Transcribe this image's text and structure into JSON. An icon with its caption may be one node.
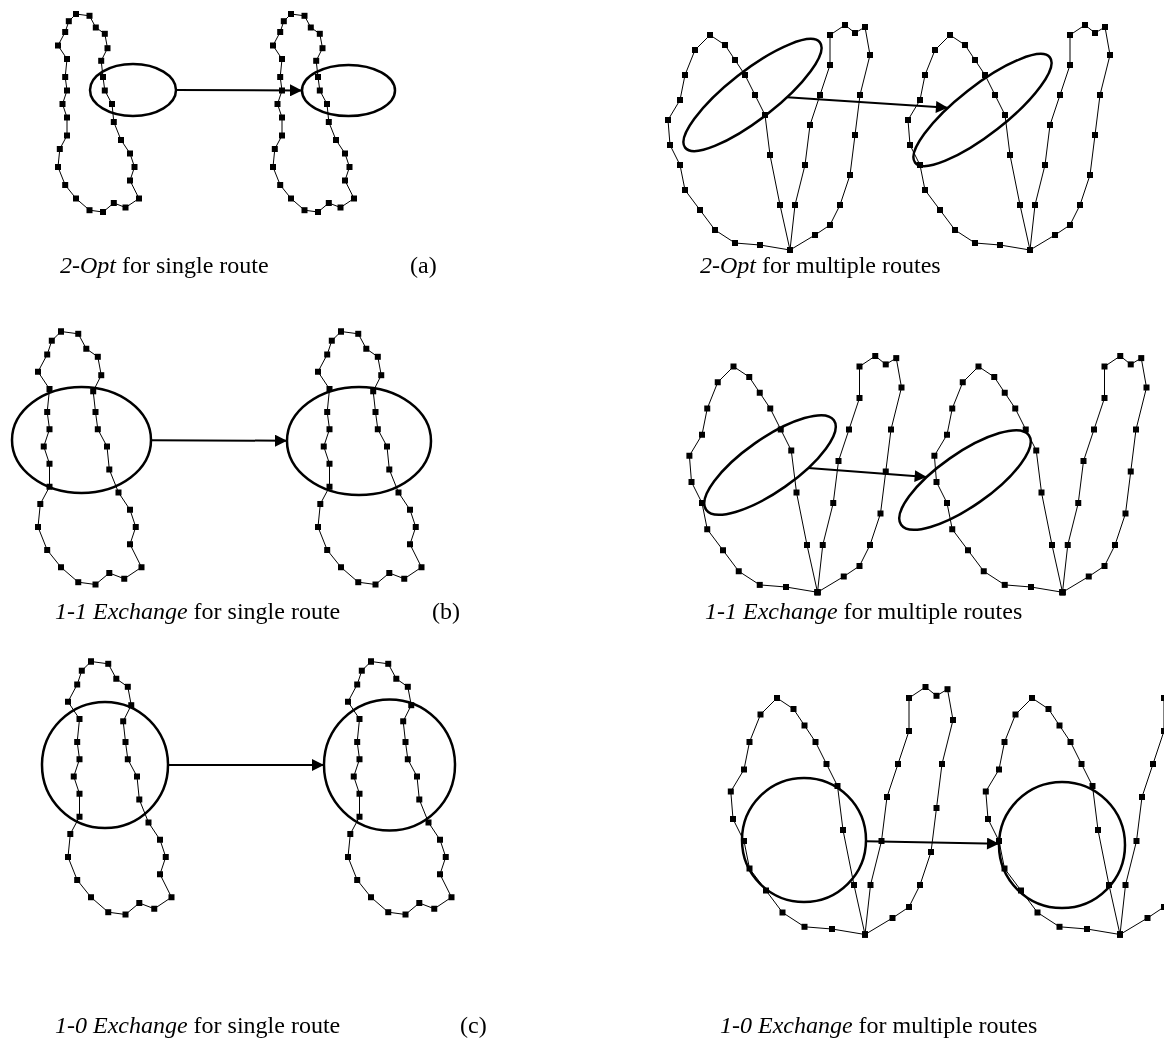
{
  "diagram": {
    "nodes": [
      {
        "text": [],
        "shape": "ellipse"
      },
      {
        "text": [],
        "shape": "ellipse"
      },
      {
        "text": [],
        "shape": "ellipse"
      },
      {
        "text": [],
        "shape": "ellipse"
      },
      {
        "text": [],
        "shape": "ellipse"
      },
      {
        "text": [],
        "shape": "ellipse"
      },
      {
        "text": [],
        "shape": "ellipse"
      },
      {
        "text": [],
        "shape": "ellipse"
      },
      {
        "text": [],
        "shape": "circle"
      },
      {
        "text": [],
        "shape": "circle"
      },
      {
        "text": [],
        "shape": "circle"
      },
      {
        "text": [],
        "shape": "circle"
      }
    ],
    "edges": [
      {
        "from": 0,
        "to": 1,
        "arrow": "to"
      },
      {
        "from": 2,
        "to": 3,
        "arrow": "to"
      },
      {
        "from": 4,
        "to": 5,
        "arrow": "to"
      },
      {
        "from": 6,
        "to": 7,
        "arrow": "to"
      },
      {
        "from": 8,
        "to": 9,
        "arrow": "to"
      },
      {
        "from": 10,
        "to": 11,
        "arrow": "to"
      }
    ],
    "labels": [
      "*2-Opt* for single route",
      "(a)",
      "*2-Opt* for multiple routes",
      "*1-1 Exchange* for single route",
      "(b)",
      "*1-1 Exchange* for multiple routes",
      "*1-0 Exchange* for single route",
      "(c)",
      "*1-0 Exchange* for multiple routes"
    ]
  }
}
